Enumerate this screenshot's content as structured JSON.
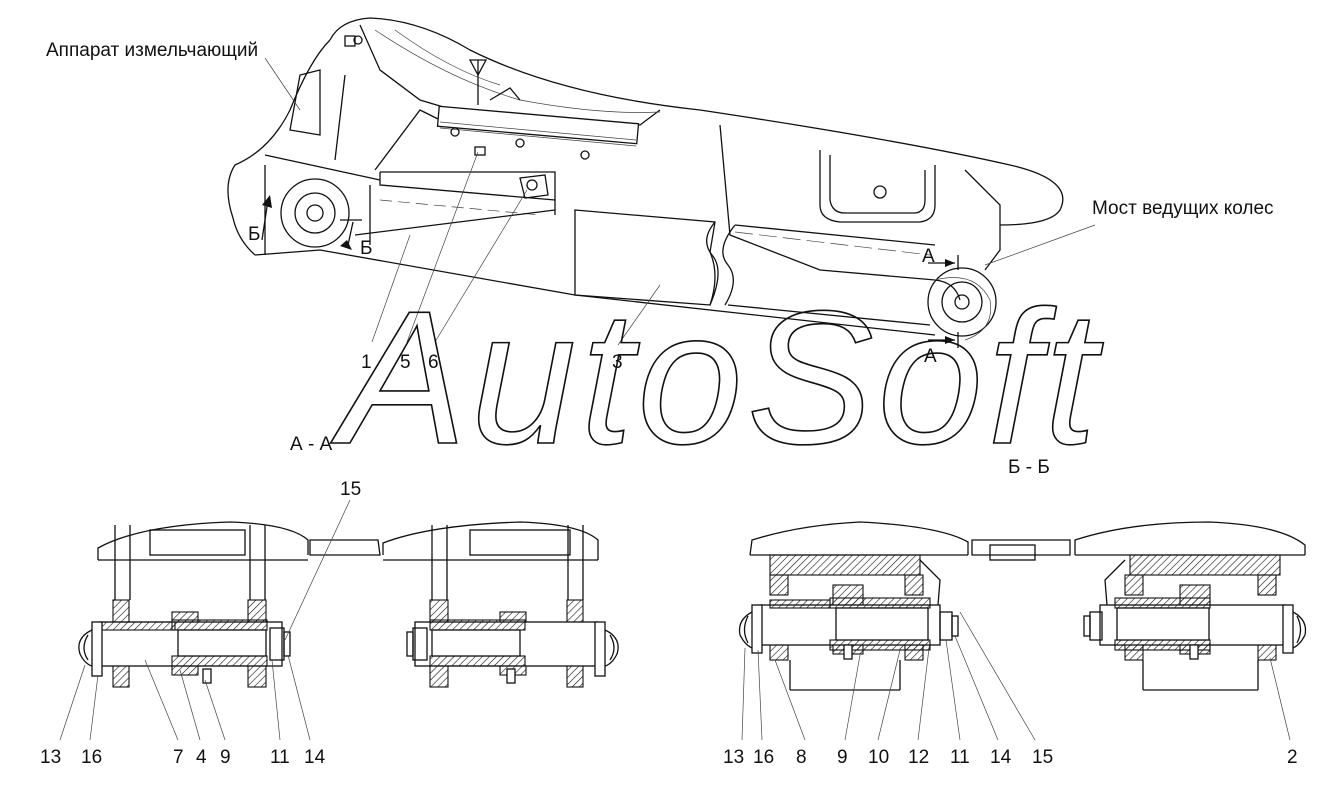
{
  "watermark": "AutoSoft",
  "top_view": {
    "label_chopper": "Аппарат измельчающий",
    "label_axle": "Мост ведущих колес",
    "section_marks": {
      "a": "А",
      "b": "Б"
    },
    "callouts": [
      "1",
      "5",
      "6",
      "3"
    ]
  },
  "section_aa": {
    "title": "А - А",
    "callouts": [
      "15",
      "13",
      "16",
      "7",
      "4",
      "9",
      "11",
      "14"
    ]
  },
  "section_bb": {
    "title": "Б - Б",
    "callouts": [
      "13",
      "16",
      "8",
      "9",
      "10",
      "12",
      "11",
      "14",
      "15",
      "2"
    ]
  }
}
